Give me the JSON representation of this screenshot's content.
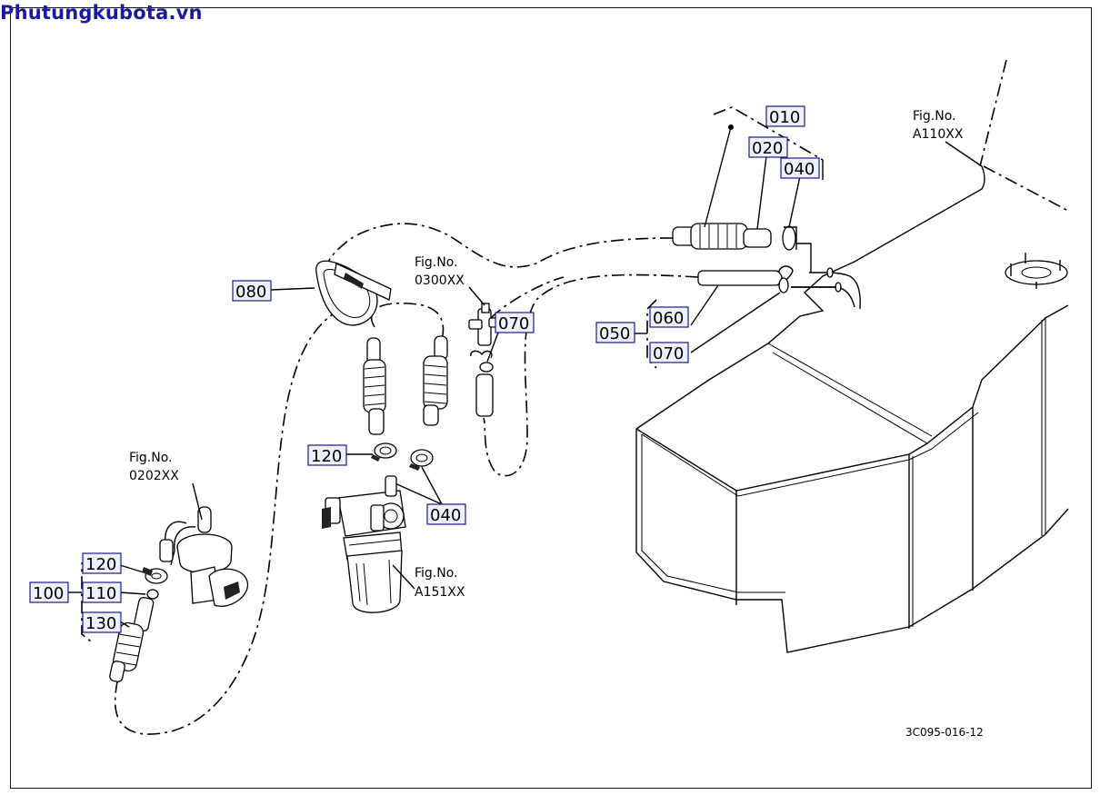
{
  "watermark": "Phutungkubota.vn",
  "diagram_code": "3C095-016-12",
  "part_labels": {
    "p010": "010",
    "p020": "020",
    "p040_top": "040",
    "p050": "050",
    "p060": "060",
    "p070_right": "070",
    "p070_mid": "070",
    "p080": "080",
    "p120_mid": "120",
    "p040_mid": "040",
    "p100": "100",
    "p120_left": "120",
    "p110": "110",
    "p130": "130"
  },
  "fig_refs": {
    "tank": {
      "label": "Fig.No.",
      "code": "A110XX"
    },
    "tee": {
      "label": "Fig.No.",
      "code": "0300XX"
    },
    "pump": {
      "label": "Fig.No.",
      "code": "0202XX"
    },
    "filter": {
      "label": "Fig.No.",
      "code": "A151XX"
    }
  }
}
